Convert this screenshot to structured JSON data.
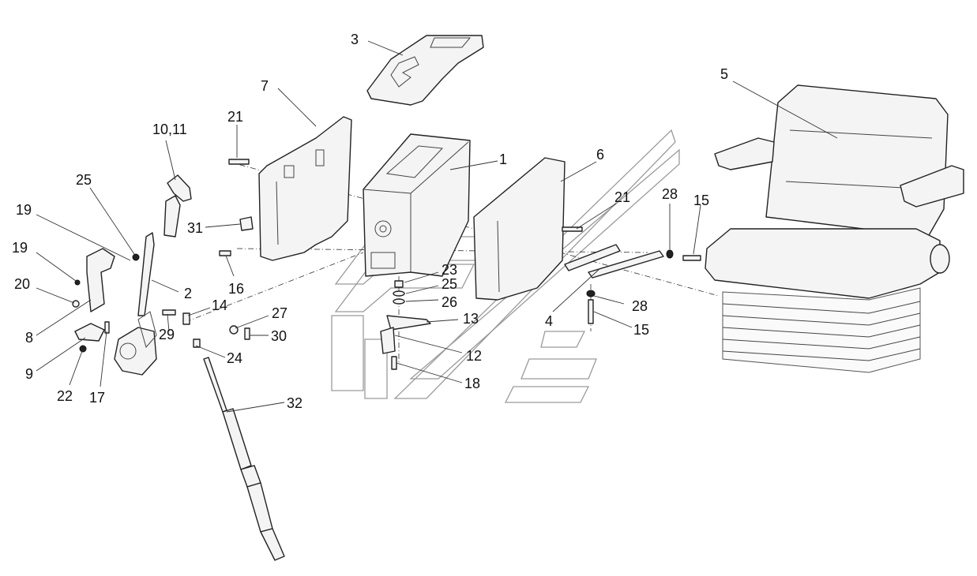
{
  "callouts": {
    "c1": "1",
    "c2": "2",
    "c3": "3",
    "c4": "4",
    "c5": "5",
    "c6": "6",
    "c7": "7",
    "c8": "8",
    "c9": "9",
    "c10_11": "10,11",
    "c12": "12",
    "c13": "13",
    "c14": "14",
    "c15a": "15",
    "c15b": "15",
    "c16": "16",
    "c17": "17",
    "c18": "18",
    "c19a": "19",
    "c19b": "19",
    "c20": "20",
    "c21a": "21",
    "c21b": "21",
    "c22": "22",
    "c23": "23",
    "c24": "24",
    "c25a": "25",
    "c25b": "25",
    "c26": "26",
    "c27": "27",
    "c28a": "28",
    "c28b": "28",
    "c29": "29",
    "c30": "30",
    "c31": "31",
    "c32": "32"
  },
  "colors": {
    "line": "#222222",
    "ghost": "#9a9a9a",
    "background": "#ffffff"
  }
}
